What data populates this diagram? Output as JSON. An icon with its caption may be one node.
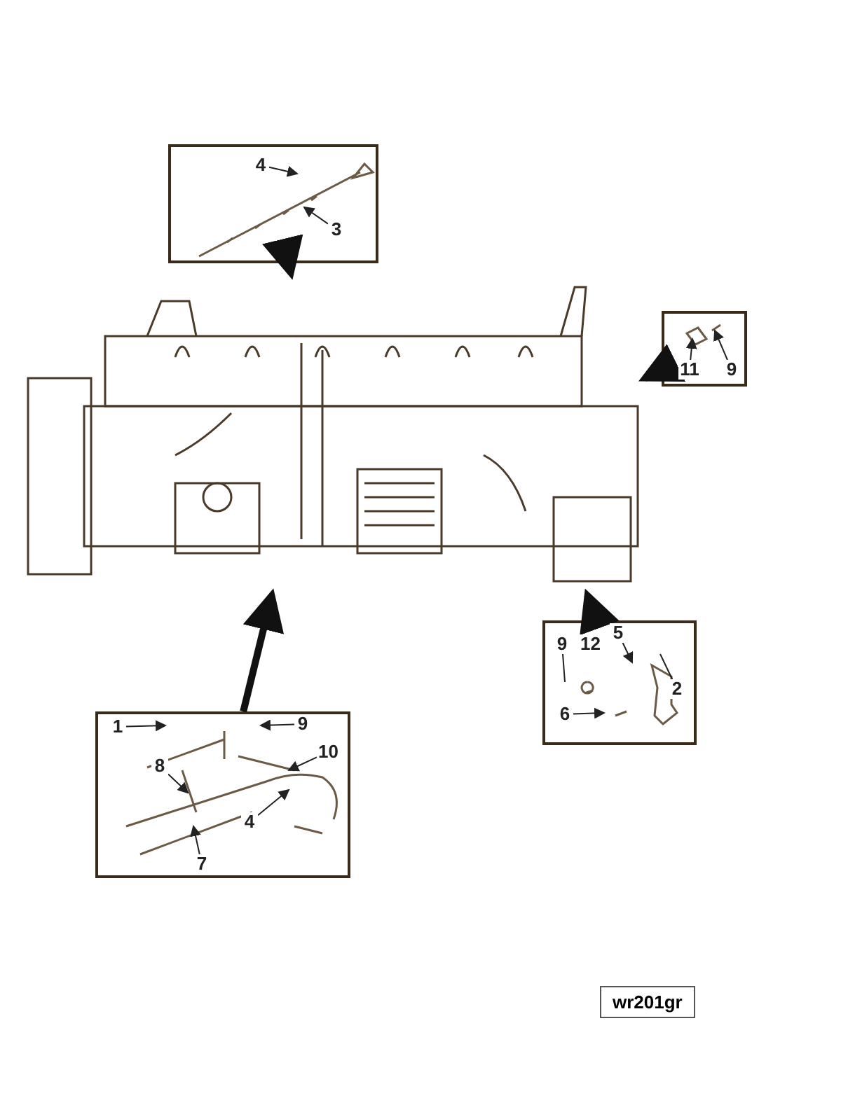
{
  "diagram": {
    "nodes": [
      {
        "text": [],
        "shape": "picture"
      },
      {
        "text": [],
        "shape": "box"
      },
      {
        "text": [
          "4"
        ],
        "in": 1
      },
      {
        "text": [
          "3"
        ],
        "in": 1
      },
      {
        "text": [],
        "shape": "box"
      },
      {
        "text": [
          "11"
        ],
        "in": 4
      },
      {
        "text": [
          "9"
        ],
        "in": 4
      },
      {
        "text": [],
        "shape": "box"
      },
      {
        "text": [
          "9"
        ],
        "in": 7
      },
      {
        "text": [
          "12"
        ],
        "in": 7
      },
      {
        "text": [
          "5"
        ],
        "in": 7
      },
      {
        "text": [
          "2"
        ],
        "in": 7
      },
      {
        "text": [
          "6"
        ],
        "in": 7
      },
      {
        "text": [],
        "shape": "box"
      },
      {
        "text": [
          "1"
        ],
        "in": 13
      },
      {
        "text": [
          "9"
        ],
        "in": 13
      },
      {
        "text": [
          "10"
        ],
        "in": 13
      },
      {
        "text": [
          "8"
        ],
        "in": 13
      },
      {
        "text": [
          "4"
        ],
        "in": 13
      },
      {
        "text": [
          "7"
        ],
        "in": 13
      }
    ],
    "edges": [
      {
        "from": 1,
        "to": 0,
        "arrow": "to",
        "style": "thick"
      },
      {
        "from": 4,
        "to": 0,
        "arrow": "to",
        "style": "thick"
      },
      {
        "from": 7,
        "to": 0,
        "arrow": "to",
        "style": "thick"
      },
      {
        "from": 13,
        "to": 0,
        "arrow": "to",
        "style": "thick"
      },
      {
        "from": 2,
        "to": null,
        "arrow": "to"
      },
      {
        "from": 3,
        "to": null,
        "arrow": "to"
      },
      {
        "from": 5,
        "to": null,
        "arrow": "to"
      },
      {
        "from": 6,
        "to": null,
        "arrow": "to"
      },
      {
        "from": 8,
        "to": null,
        "arrow": "none"
      },
      {
        "from": 10,
        "to": null,
        "arrow": "to"
      },
      {
        "from": 11,
        "to": null,
        "arrow": "none"
      },
      {
        "from": 12,
        "to": null,
        "arrow": "to"
      },
      {
        "from": 14,
        "to": null,
        "arrow": "to"
      },
      {
        "from": 15,
        "to": null,
        "arrow": "to"
      },
      {
        "from": 16,
        "to": null,
        "arrow": "to"
      },
      {
        "from": 17,
        "to": null,
        "arrow": "to"
      },
      {
        "from": 18,
        "to": null,
        "arrow": "to"
      },
      {
        "from": 19,
        "to": null,
        "arrow": "to"
      }
    ],
    "labels": [
      "wr201gr"
    ]
  }
}
